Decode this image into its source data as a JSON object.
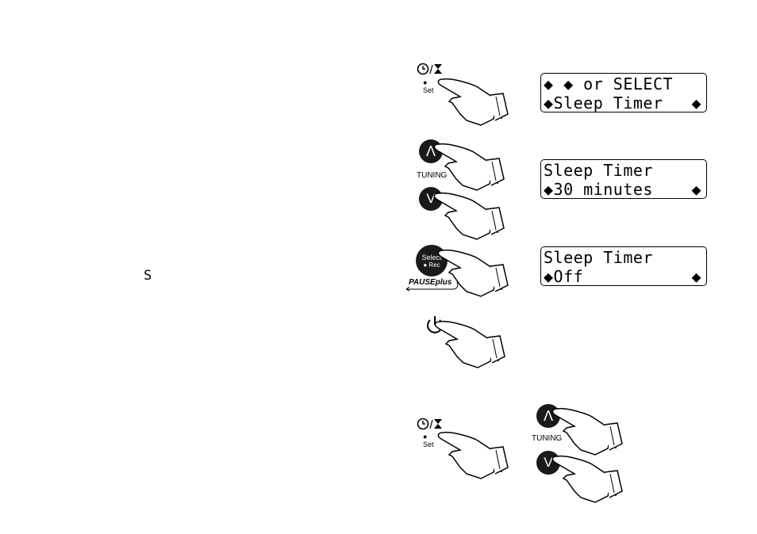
{
  "stray_glyph": "S",
  "displays": [
    {
      "line1": "◆ ◆ or SELECT",
      "line2": "◆Sleep Timer",
      "line2_right": "◆"
    },
    {
      "line1": "Sleep Timer",
      "line2": "◆30 minutes",
      "line2_right": "◆"
    },
    {
      "line1": "Sleep Timer",
      "line2": "◆Off",
      "line2_right": "◆"
    }
  ],
  "buttons": {
    "set_label": "Set",
    "tuning_label": "TUNING",
    "up_glyph": "Λ",
    "down_glyph": "V",
    "select_label": "Select",
    "rec_label": "● Rec",
    "pause_plus_label": "PAUSEplus",
    "power_glyph": "⏻",
    "clock_timer_glyph": "⏱/⧗"
  }
}
